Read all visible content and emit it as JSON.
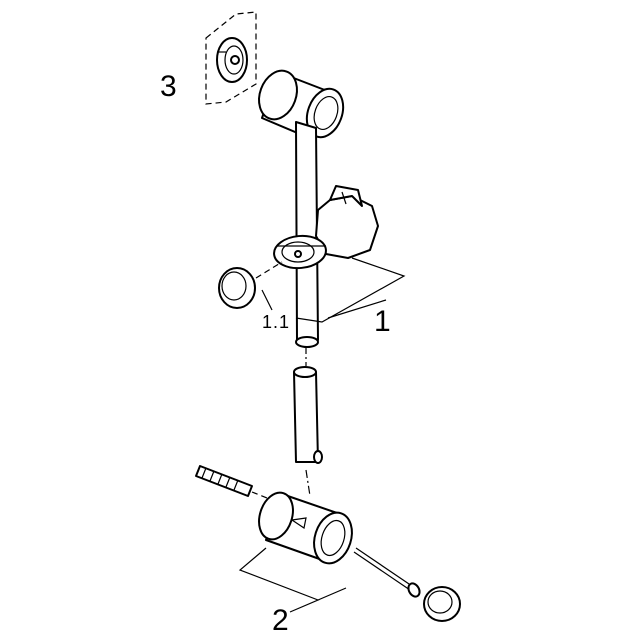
{
  "diagram": {
    "labels": {
      "part_3": "3",
      "part_1_1": "1.1",
      "part_1": "1",
      "part_2": "2"
    }
  }
}
